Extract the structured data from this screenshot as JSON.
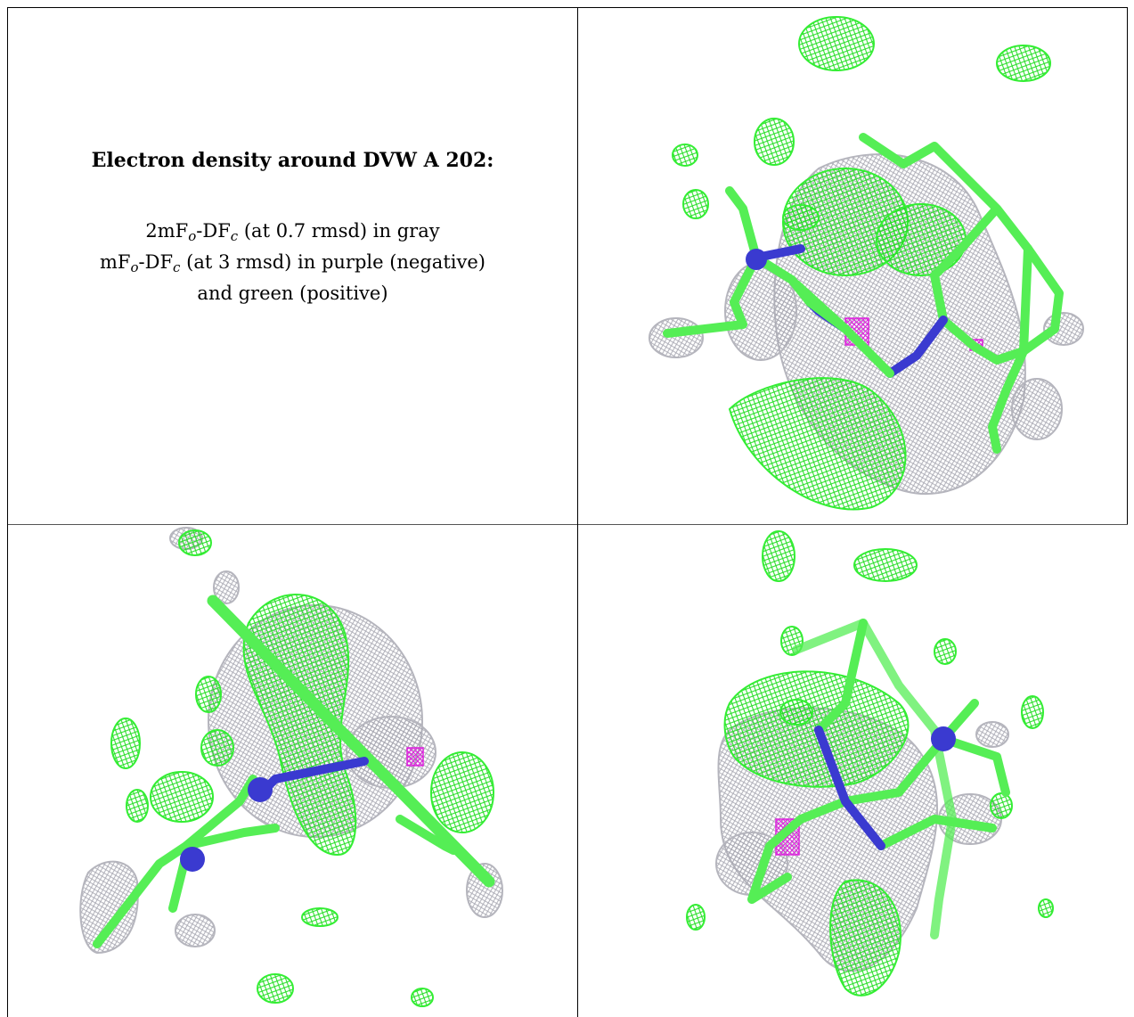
{
  "title": "Electron density around DVW A 202:",
  "legend": {
    "line1": {
      "pre": "2mF",
      "sub1": "o",
      "mid": "-DF",
      "sub2": "c",
      "post": " (at 0.7 rmsd) in gray"
    },
    "line2": {
      "pre": "mF",
      "sub1": "o",
      "mid": "-DF",
      "sub2": "c",
      "post": " (at 3 rmsd) in purple (negative)"
    },
    "line3": "and green (positive)"
  },
  "colors": {
    "positive_density": "#33ee33",
    "negative_density": "#dd22dd",
    "map_density": "#b8b8c0",
    "carbon": "#55ee55",
    "nitrogen": "#3a3ad0",
    "border": "#000000"
  }
}
